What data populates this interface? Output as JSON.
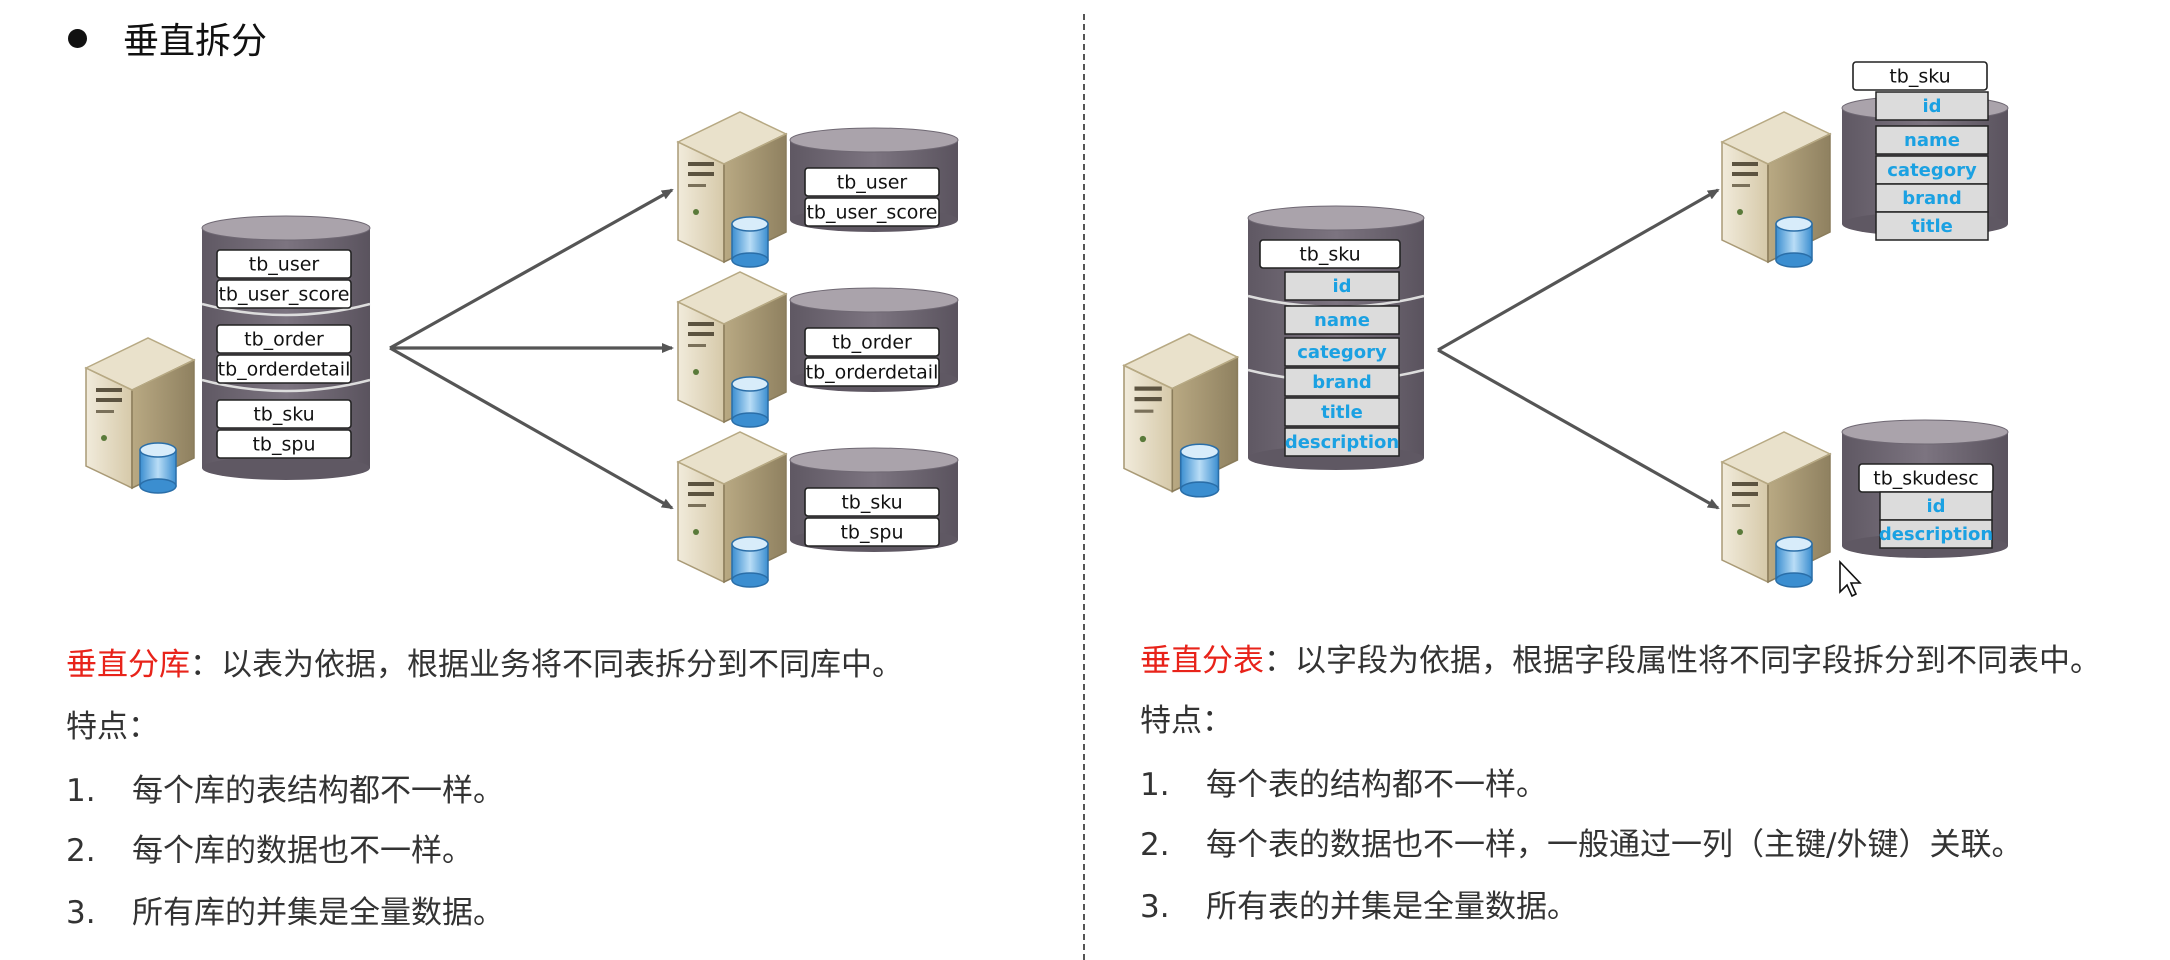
{
  "page": {
    "title": "垂直拆分"
  },
  "left": {
    "heading": "垂直分库",
    "description": "：以表为依据，根据业务将不同表拆分到不同库中。",
    "features_label": "特点：",
    "items": [
      {
        "num": "1.",
        "text": "每个库的表结构都不一样。"
      },
      {
        "num": "2.",
        "text": "每个库的数据也不一样。"
      },
      {
        "num": "3.",
        "text": "所有库的并集是全量数据。"
      }
    ],
    "diagram": {
      "source_tables": [
        "tb_user",
        "tb_user_score",
        "tb_order",
        "tb_orderdetail",
        "tb_sku",
        "tb_spu"
      ],
      "targets": [
        [
          "tb_user",
          "tb_user_score"
        ],
        [
          "tb_order",
          "tb_orderdetail"
        ],
        [
          "tb_sku",
          "tb_spu"
        ]
      ]
    }
  },
  "right": {
    "heading": "垂直分表",
    "description": "：以字段为依据，根据字段属性将不同字段拆分到不同表中。",
    "features_label": "特点：",
    "items": [
      {
        "num": "1.",
        "text": "每个表的结构都不一样。"
      },
      {
        "num": "2.",
        "text": "每个表的数据也不一样，一般通过一列（主键/外键）关联。"
      },
      {
        "num": "3.",
        "text": "所有表的并集是全量数据。"
      }
    ],
    "diagram": {
      "source_table": "tb_sku",
      "source_fields": [
        "id",
        "name",
        "category",
        "brand",
        "title",
        "description"
      ],
      "target_a_table": "tb_sku",
      "target_a_fields": [
        "id",
        "name",
        "category",
        "brand",
        "title"
      ],
      "target_b_table": "tb_skudesc",
      "target_b_fields": [
        "id",
        "description"
      ]
    }
  },
  "colors": {
    "highlight": "#e8231a",
    "field_text": "#1ba1e2",
    "cylinder": "#6f6873",
    "arrow": "#555555"
  }
}
